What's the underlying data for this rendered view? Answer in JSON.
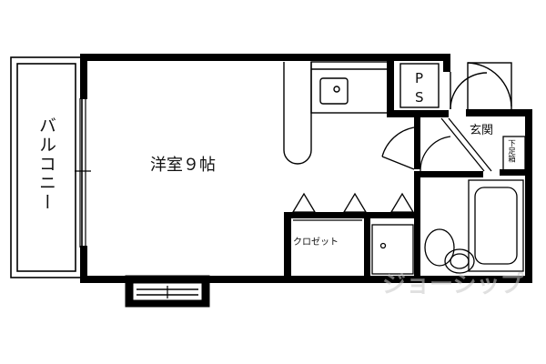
{
  "rooms": {
    "balcony": "バルコニー",
    "western_room": "洋室９帖",
    "closet": "クロゼット",
    "entrance": "玄関",
    "pipe_space": "PS",
    "shoe_box": "下足箱"
  },
  "watermark": "ジョーシップ"
}
